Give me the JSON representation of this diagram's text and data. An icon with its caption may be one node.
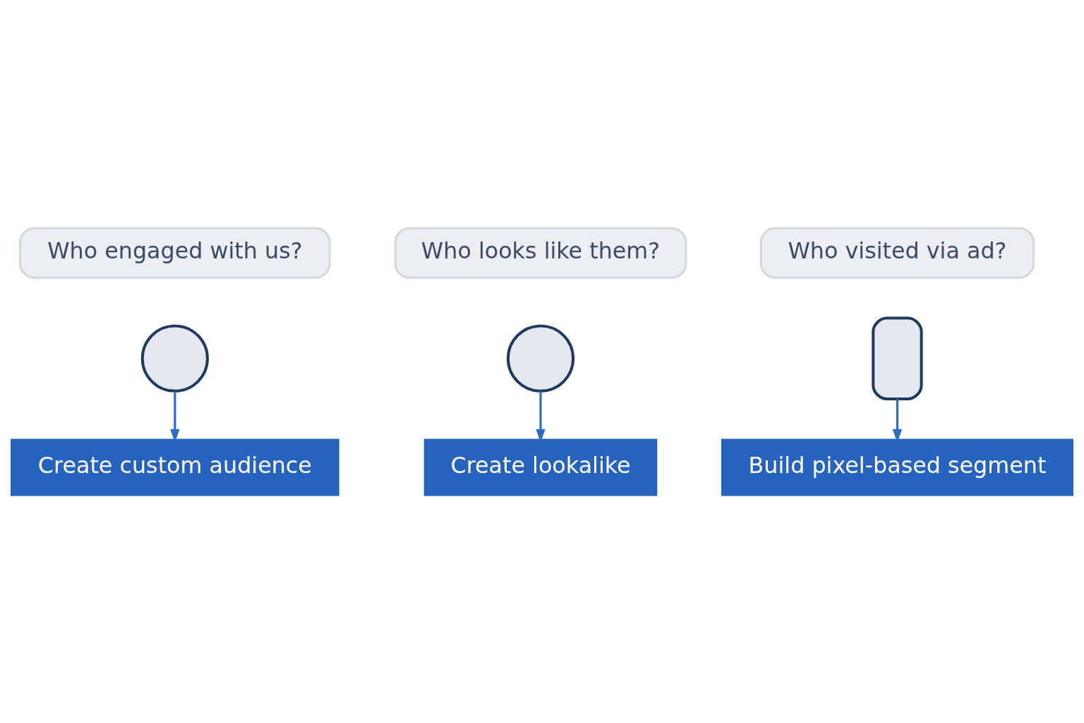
{
  "diagram": {
    "nodes": [
      {
        "text": [
          "Who engaged with us?"
        ]
      },
      {
        "text": [
          "Who looks like them?"
        ]
      },
      {
        "text": [
          "Who visited via ad?"
        ]
      },
      {
        "text": [],
        "shape": "person"
      },
      {
        "text": [],
        "shape": "person"
      },
      {
        "text": [],
        "shape": "box"
      },
      {
        "text": [
          "Create custom audience"
        ]
      },
      {
        "text": [
          "Create lookalike"
        ]
      },
      {
        "text": [
          "Build pixel-based segment"
        ]
      }
    ],
    "edges": [
      {
        "from": 3,
        "to": 6,
        "arrow": "to"
      },
      {
        "from": 4,
        "to": 7,
        "arrow": "to"
      },
      {
        "from": 5,
        "to": 8,
        "arrow": "to"
      }
    ]
  }
}
